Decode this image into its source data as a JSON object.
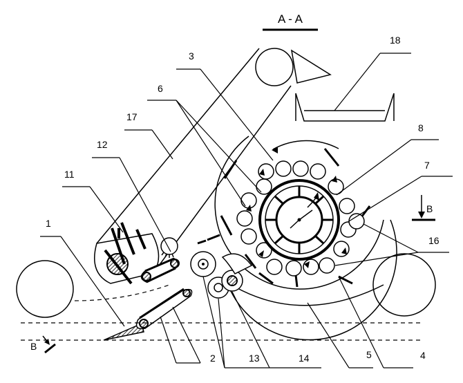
{
  "title": "A - A",
  "section_marker": "B",
  "labels": {
    "l1": "1",
    "l2": "2",
    "l3": "3",
    "l4": "4",
    "l5": "5",
    "l6": "6",
    "l7": "7",
    "l8": "8",
    "l11": "11",
    "l12": "12",
    "l13": "13",
    "l14": "14",
    "l16": "16",
    "l17": "17",
    "l18": "18"
  }
}
